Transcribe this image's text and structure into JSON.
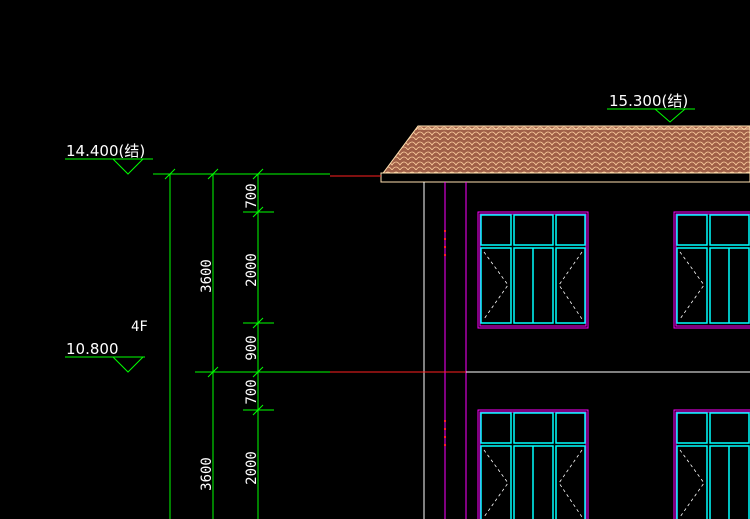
{
  "colors": {
    "background": "#000000",
    "dimension": "#00ff00",
    "label": "#ffffff",
    "roof_fill": "#a06048",
    "roof_outline": "#ffe0b0",
    "window_frame": "#00ffff",
    "window_outline": "#ff00ff",
    "wall_line": "#ffffff",
    "section_line": "#ff2020",
    "column": "#ff00ff"
  },
  "elevations": {
    "roof_ridge": {
      "label": "15.300(结)"
    },
    "eave": {
      "label": "14.400(结)"
    },
    "floor_4": {
      "label": "10.800"
    }
  },
  "floor_label": "4F",
  "dimensions": {
    "total_upper": "3600",
    "total_lower": "3600",
    "seg_700_top": "700",
    "seg_2000_upper": "2000",
    "seg_900": "900",
    "seg_700_mid": "700",
    "seg_2000_lower": "2000"
  }
}
